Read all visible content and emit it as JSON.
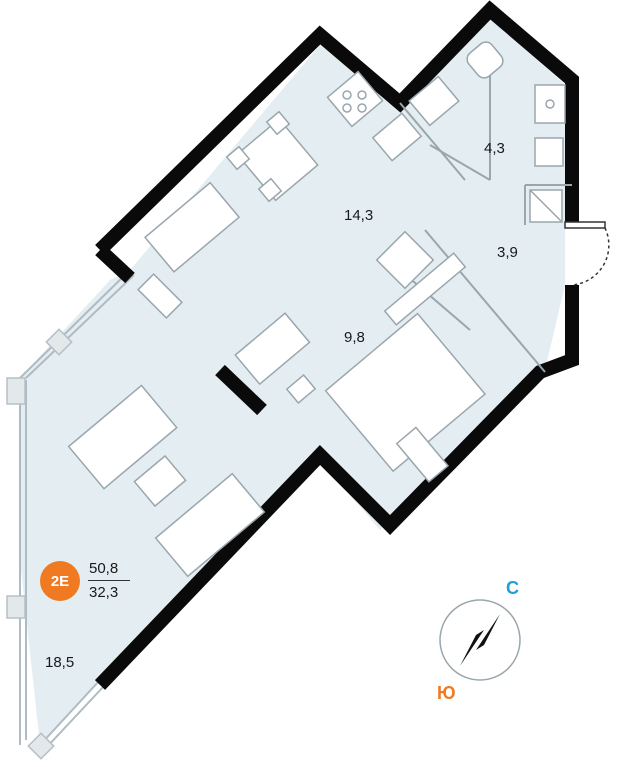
{
  "apartment": {
    "badge": "2E",
    "total_area": "50,8",
    "living_area": "32,3"
  },
  "rooms": {
    "bathroom": "4,3",
    "hallway": "3,9",
    "kitchen": "14,3",
    "bedroom": "9,8",
    "living": "18,5"
  },
  "compass": {
    "north": "С",
    "south": "Ю"
  },
  "colors": {
    "wall": "#0a0a0a",
    "floor": "#e4eef2",
    "furniture_stroke": "#9aa6ad",
    "badge": "#f07a22",
    "north": "#1f9fd6",
    "south": "#f07a22"
  }
}
